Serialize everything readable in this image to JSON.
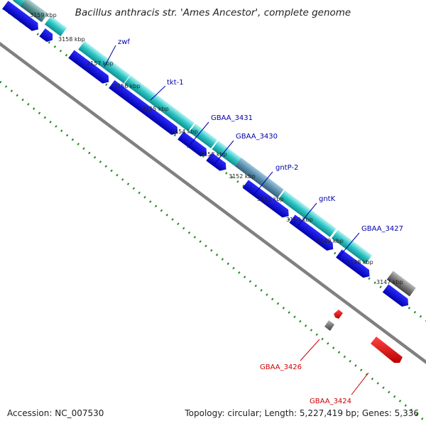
{
  "title": "Bacillus anthracis str. 'Ames Ancestor', complete genome",
  "footer": {
    "accession": "Accession: NC_007530",
    "stats": "Topology: circular; Length: 5,227,419 bp; Genes: 5,336"
  },
  "ticks": [
    "3159 kbp",
    "3158 kbp",
    "3157 kbp",
    "3156 kbp",
    "3155 kbp",
    "3154 kbp",
    "3153 kbp",
    "3152 kbp",
    "3151 kbp",
    "3150 kbp",
    "3149 kbp",
    "3148 kbp",
    "3147 kbp"
  ],
  "gene_labels_forward": [
    "zwf",
    "tkt-1",
    "GBAA_3431",
    "GBAA_3430",
    "gntP-2",
    "gntK",
    "GBAA_3427"
  ],
  "gene_labels_reverse": [
    "GBAA_3426",
    "GBAA_3424"
  ],
  "colors": {
    "cds": "#0000dd",
    "cyan_feature": "#2cc4c4",
    "gray_feature": "#666666",
    "rna_feature": "#dd0000",
    "label_blue": "#0000aa",
    "label_red": "#cc0000",
    "backbone": "#777777",
    "dotted_ring": "#228822"
  }
}
